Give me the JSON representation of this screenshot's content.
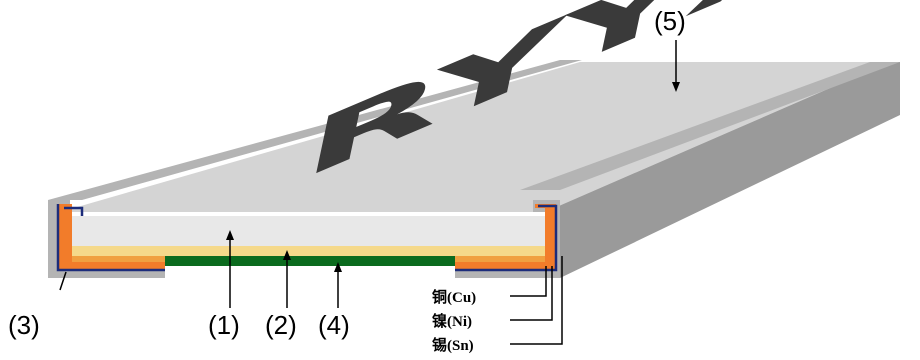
{
  "callouts": {
    "c1": "(1)",
    "c2": "(2)",
    "c3": "(3)",
    "c4": "(4)",
    "c5": "(5)"
  },
  "marking_text": "RYYX",
  "plating_layers": {
    "copper": "铜(Cu)",
    "nickel": "镍(Ni)",
    "tin": "锡(Sn)"
  },
  "colors": {
    "substrate": "#e8e8e8",
    "top_face": "#d4d4d4",
    "side_face": "#9a9a9a",
    "terminal_gray": "#b4b4b4",
    "glaze": "#f5d98a",
    "resistive_film": "#0b6b1e",
    "copper": "#f0a040",
    "nickel": "#1c2c7a",
    "tin": "#f27c2a",
    "marking": "#3a3a3a"
  }
}
